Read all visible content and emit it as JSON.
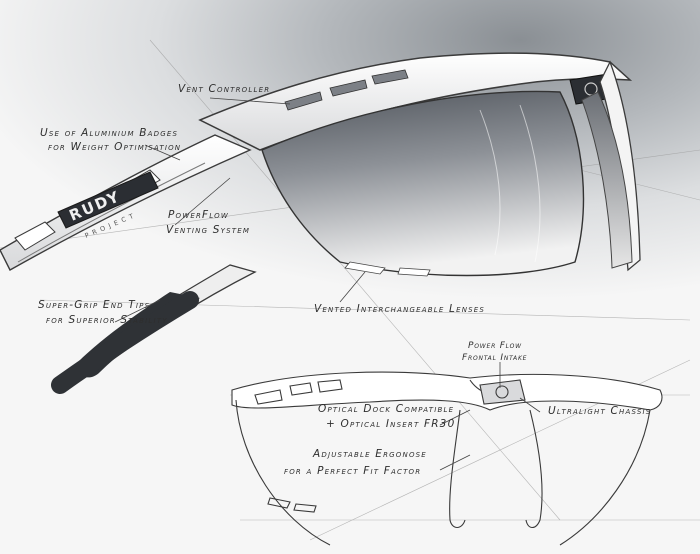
{
  "brand": {
    "logo_text": "RUDY",
    "logo_sub": "PROJECT"
  },
  "annotations": {
    "vent_controller": "Vent Controller",
    "aluminum_badges_1": "Use of Aluminium Badges",
    "aluminum_badges_2": "for Weight Optimisation",
    "powerflow_1": "PowerFlow",
    "powerflow_2": "Venting System",
    "end_tips_1": "Super-Grip End Tips",
    "end_tips_2": "for Superior Stability",
    "vented_lenses": "Vented Interchangeable Lenses",
    "frontal_intake_1": "Power Flow",
    "frontal_intake_2": "Frontal Intake",
    "optical_dock_1": "Optical Dock Compatible",
    "optical_dock_2": "+ Optical Insert FR30",
    "ultralight": "Ultralight Chassis",
    "ergonose_1": "Adjustable Ergonose",
    "ergonose_2": "for a Perfect Fit Factor"
  },
  "colors": {
    "frame": "#f3f3f3",
    "frame_shadow": "#6e7378",
    "lens_top": "#5a5f66",
    "lens_bottom": "#f0f0f0",
    "tips": "#2f3236",
    "ink": "#2e2e2e"
  }
}
